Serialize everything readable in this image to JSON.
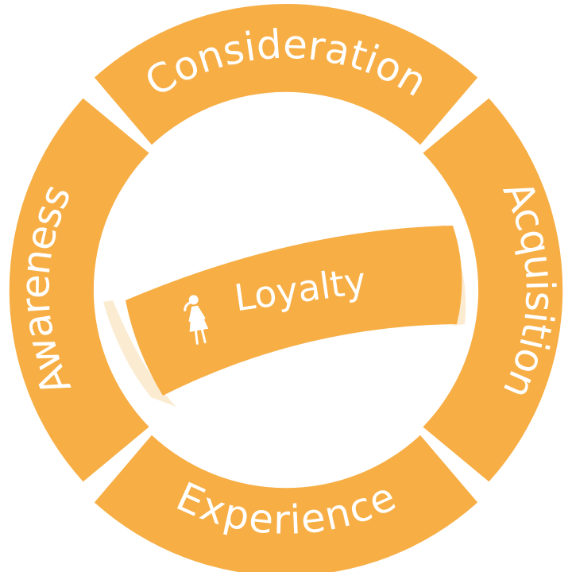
{
  "colors": {
    "segment": "#F7AE45",
    "background": "#FFFFFF",
    "text": "#FFFFFF",
    "ribbon_edge": "#FBEBD1"
  },
  "segments": {
    "top": {
      "label": "Consideration"
    },
    "right": {
      "label": "Acquisition"
    },
    "bottom": {
      "label": "Experience"
    },
    "left": {
      "label": "Awareness"
    }
  },
  "center": {
    "label": "Loyalty",
    "icon": "woman-figure-icon"
  }
}
